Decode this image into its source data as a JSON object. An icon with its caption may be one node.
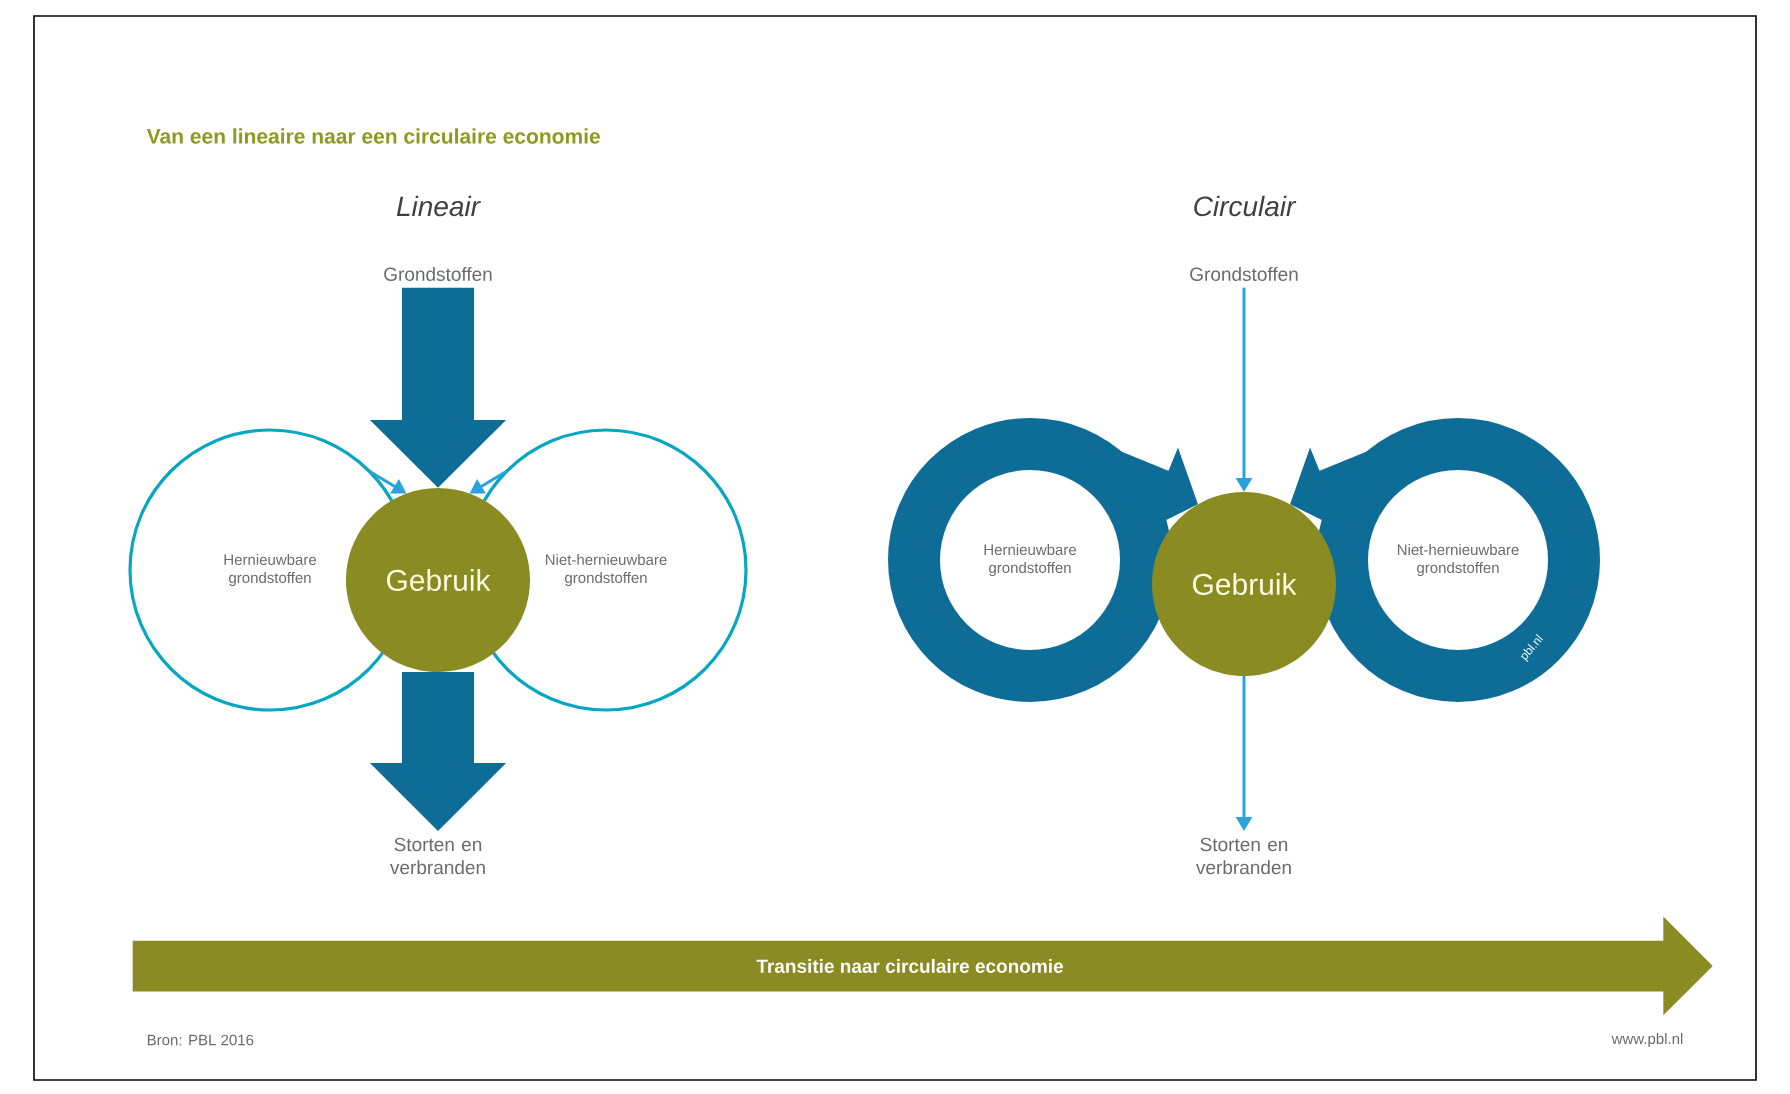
{
  "diagram": {
    "title": "Van een lineaire naar een circulaire economie",
    "nodes": [
      {
        "text": [
          "Grondstoffen"
        ]
      },
      {
        "text": [
          "Gebruik"
        ]
      },
      {
        "text": [
          "Hernieuwbare grondstoffen"
        ]
      },
      {
        "text": [
          "Niet-hernieuwbare grondstoffen"
        ]
      },
      {
        "text": [
          "Storten en verbranden"
        ]
      },
      {
        "text": [
          "Grondstoffen"
        ]
      },
      {
        "text": [
          "Gebruik"
        ]
      },
      {
        "text": [
          "Hernieuwbare grondstoffen"
        ]
      },
      {
        "text": [
          "Niet-hernieuwbare grondstoffen"
        ]
      },
      {
        "text": [
          "Storten en verbranden"
        ]
      },
      {
        "text": [
          "Transitie naar circulaire economie"
        ]
      }
    ],
    "edges": [
      {
        "from": 0,
        "to": 1,
        "arrow": "to",
        "style": "thick"
      },
      {
        "from": 1,
        "to": 4,
        "arrow": "to",
        "style": "thick"
      },
      {
        "from": 2,
        "to": 1,
        "arrow": "to",
        "color": "#29a3dc"
      },
      {
        "from": 3,
        "to": 1,
        "arrow": "to",
        "color": "#29a3dc"
      },
      {
        "from": 5,
        "to": 6,
        "arrow": "to",
        "color": "#29a3dc"
      },
      {
        "from": 6,
        "to": 9,
        "arrow": "to",
        "color": "#29a3dc"
      },
      {
        "from": 7,
        "to": 6,
        "arrow": "to",
        "style": "thick"
      },
      {
        "from": 8,
        "to": 6,
        "arrow": "to",
        "style": "thick"
      }
    ],
    "labels": [
      "Lineair",
      "Circulair",
      "pbl.nl",
      "Bron: PBL 2016",
      "www.pbl.nl"
    ]
  }
}
